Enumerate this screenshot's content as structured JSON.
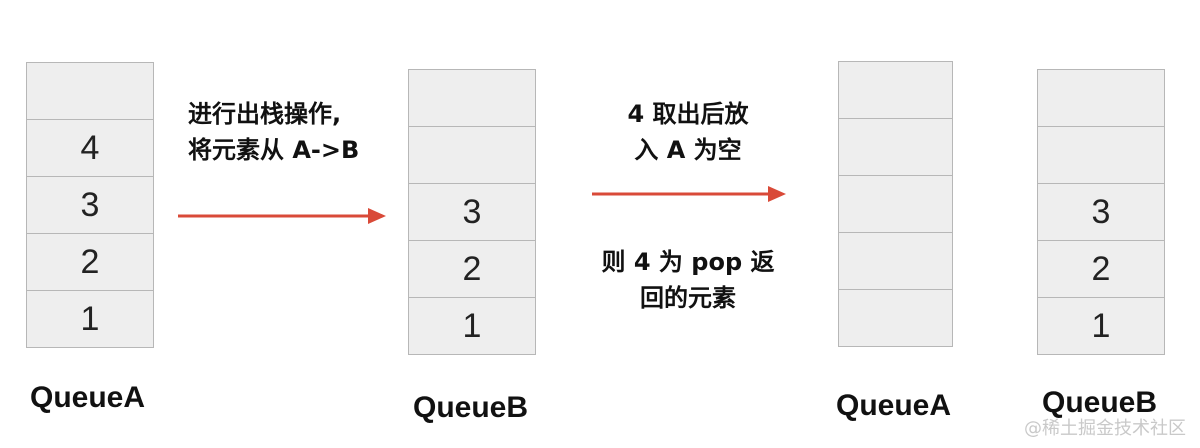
{
  "stacks": {
    "queue_a_before": {
      "label": "QueueA",
      "cells": [
        "",
        "4",
        "3",
        "2",
        "1"
      ]
    },
    "queue_b_after_move": {
      "label": "QueueB",
      "cells": [
        "",
        "",
        "3",
        "2",
        "1"
      ]
    },
    "queue_a_final": {
      "label": "QueueA",
      "cells": [
        "",
        "",
        "",
        "",
        ""
      ]
    },
    "queue_b_final": {
      "label": "QueueB",
      "cells": [
        "",
        "",
        "3",
        "2",
        "1"
      ]
    }
  },
  "notes": {
    "step1_line1": "进行出栈操作,",
    "step1_line2": "将元素从 A->B",
    "step2_line1": "4 取出后放",
    "step2_line2": "入 A 为空",
    "step3_line1": "则 4 为 pop 返",
    "step3_line2": "回的元素"
  },
  "arrow_color": "#d94a38",
  "watermark": "@稀土掘金技术社区"
}
